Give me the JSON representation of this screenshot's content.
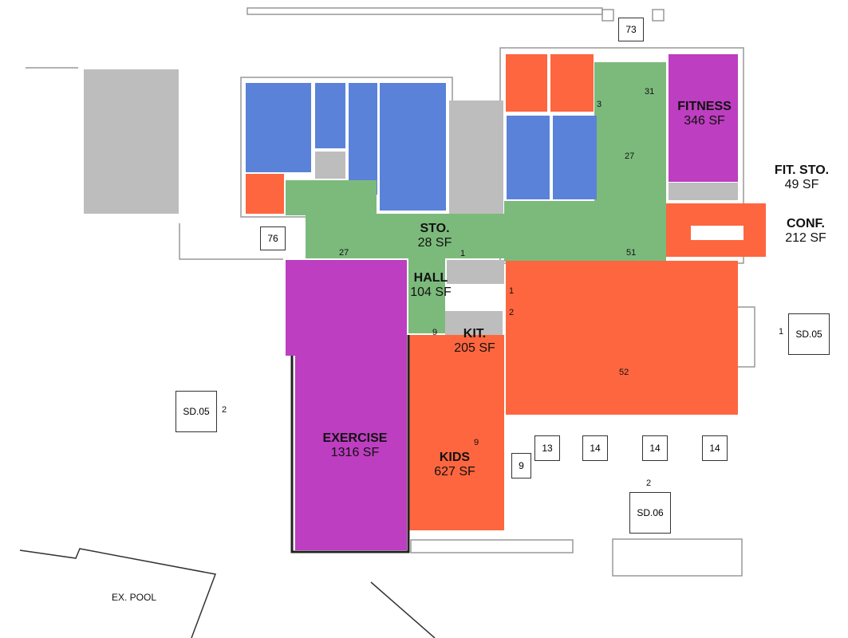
{
  "colors": {
    "blue": "#5b82d9",
    "orange": "#fe663f",
    "green": "#7cba7c",
    "purple": "#bd3ec0",
    "gray": "#bdbdbd"
  },
  "rooms": {
    "sto": {
      "name": "STO.",
      "area": "28 SF"
    },
    "hall": {
      "name": "HALL",
      "area": "104 SF"
    },
    "kit": {
      "name": "KIT.",
      "area": "205 SF"
    },
    "fitness": {
      "name": "FITNESS",
      "area": "346 SF"
    },
    "fit_sto": {
      "name": "FIT. STO.",
      "area": "49 SF"
    },
    "conf": {
      "name": "CONF.",
      "area": "212 SF"
    },
    "exercise": {
      "name": "EXERCISE",
      "area": "1316 SF"
    },
    "kids": {
      "name": "KIDS",
      "area": "627 SF"
    }
  },
  "tags": [
    "73",
    "76",
    "13",
    "14",
    "14",
    "14",
    "9"
  ],
  "section_markers": [
    {
      "num": "1",
      "sheet": "SD.05"
    },
    {
      "num": "2",
      "sheet": "SD.05"
    },
    {
      "num": "2",
      "sheet": "SD.06"
    }
  ],
  "numbers": [
    "3",
    "31",
    "27",
    "27",
    "1",
    "51",
    "1",
    "2",
    "52",
    "9",
    "9"
  ],
  "pool_label": "EX. POOL"
}
